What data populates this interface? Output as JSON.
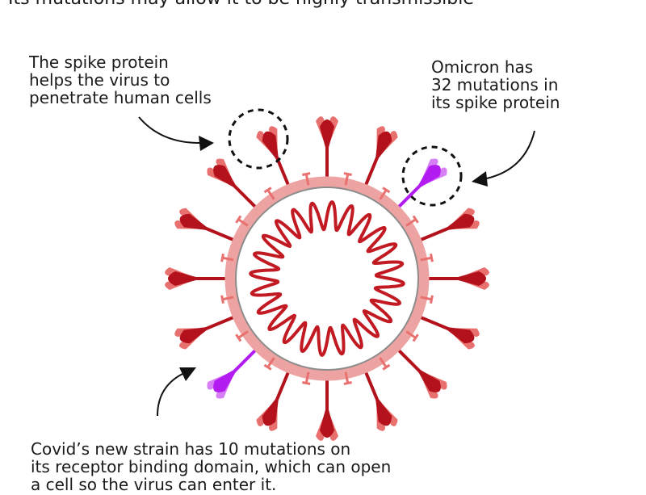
{
  "headline": "Its mutations may allow it to be highly transmissible",
  "labels": {
    "spike": "The spike protein\nhelps the virus to\npenetrate human cells",
    "omicron": "Omicron has\n32 mutations in\nits spike protein",
    "rbd": "Covid’s new strain has 10 mutations on\nits receptor binding domain, which can open\na cell so the virus can enter it."
  },
  "colors": {
    "spike_dark": "#b3121c",
    "spike_light": "#e8706f",
    "membrane": "#eea3a3",
    "mutation": "#b21cf0",
    "mutation_light": "#d77ff5"
  }
}
